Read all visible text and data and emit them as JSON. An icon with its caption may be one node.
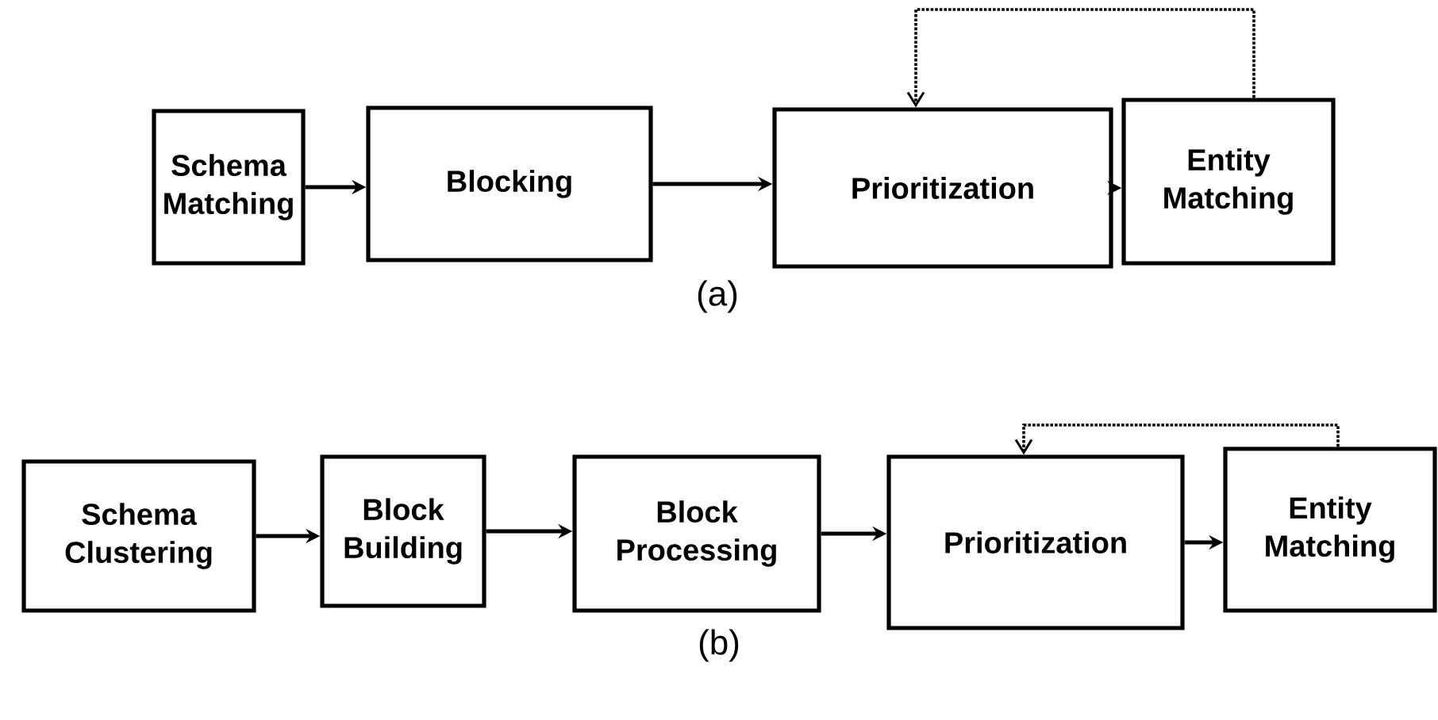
{
  "diagram": {
    "nodes": [
      {
        "text": [
          "Schema Matching"
        ]
      },
      {
        "text": [
          "Blocking"
        ]
      },
      {
        "text": [
          "Prioritization"
        ]
      },
      {
        "text": [
          "Entity Matching"
        ]
      },
      {
        "text": [
          "Schema Clustering"
        ]
      },
      {
        "text": [
          "Block Building"
        ]
      },
      {
        "text": [
          "Block Processing"
        ]
      },
      {
        "text": [
          "Prioritization"
        ]
      },
      {
        "text": [
          "Entity Matching"
        ]
      }
    ],
    "edges": [
      {
        "from": 0,
        "to": 1,
        "arrow": "to"
      },
      {
        "from": 1,
        "to": 2,
        "arrow": "to"
      },
      {
        "from": 2,
        "to": 3,
        "arrow": "to"
      },
      {
        "from": 3,
        "to": 2,
        "arrow": "to",
        "style": "dashed"
      },
      {
        "from": 4,
        "to": 5,
        "arrow": "to"
      },
      {
        "from": 5,
        "to": 6,
        "arrow": "to"
      },
      {
        "from": 6,
        "to": 7,
        "arrow": "to"
      },
      {
        "from": 7,
        "to": 8,
        "arrow": "to"
      },
      {
        "from": 8,
        "to": 7,
        "arrow": "to",
        "style": "dashed"
      }
    ],
    "labels": [
      "(a)",
      "(b)"
    ]
  }
}
